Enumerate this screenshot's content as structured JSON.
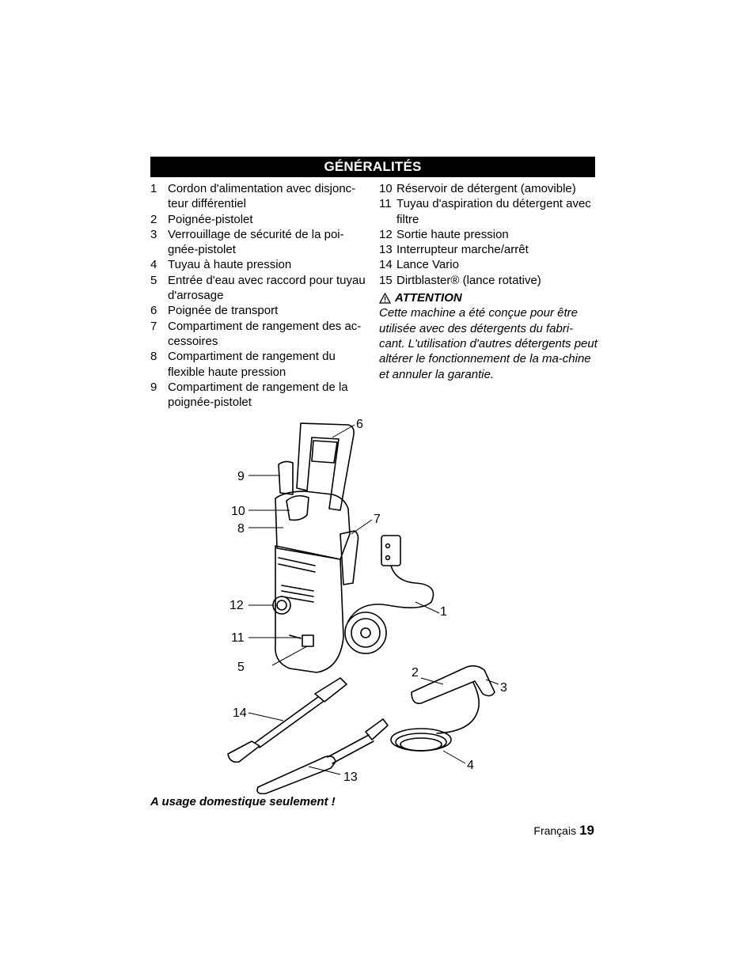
{
  "section_title": "GÉNÉRALITÉS",
  "left_items": [
    {
      "num": "1",
      "text": "Cordon d'alimentation avec disjonc-teur différentiel"
    },
    {
      "num": "2",
      "text": "Poignée-pistolet"
    },
    {
      "num": "3",
      "text": "Verrouillage de sécurité de la poi-gnée-pistolet"
    },
    {
      "num": "4",
      "text": "Tuyau à haute pression"
    },
    {
      "num": "5",
      "text": "Entrée d'eau avec raccord pour tuyau d'arrosage"
    },
    {
      "num": "6",
      "text": "Poignée de transport"
    },
    {
      "num": "7",
      "text": "Compartiment de rangement des ac-cessoires"
    },
    {
      "num": "8",
      "text": "Compartiment de rangement du flexible haute pression"
    },
    {
      "num": "9",
      "text": "Compartiment de rangement de la poignée-pistolet"
    }
  ],
  "right_items": [
    {
      "num": "10",
      "text": "Réservoir de détergent (amovible)"
    },
    {
      "num": "11",
      "text": "Tuyau d'aspiration du détergent avec filtre"
    },
    {
      "num": "12",
      "text": "Sortie haute pression"
    },
    {
      "num": "13",
      "text": "Interrupteur marche/arrêt"
    },
    {
      "num": "14",
      "text": "Lance Vario"
    },
    {
      "num": "15",
      "text": "Dirtblaster® (lance rotative)"
    }
  ],
  "attention": {
    "title": "ATTENTION",
    "body": "Cette machine a été conçue pour être utilisée avec des détergents du fabri-cant. L'utilisation d'autres détergents peut altérer le fonctionnement de la ma-chine et annuler la garantie."
  },
  "callouts": [
    "1",
    "2",
    "3",
    "4",
    "5",
    "6",
    "7",
    "8",
    "9",
    "10",
    "11",
    "12",
    "13",
    "14"
  ],
  "footnote": "A usage domestique seulement !",
  "footer": {
    "language": "Français",
    "page": "19"
  }
}
